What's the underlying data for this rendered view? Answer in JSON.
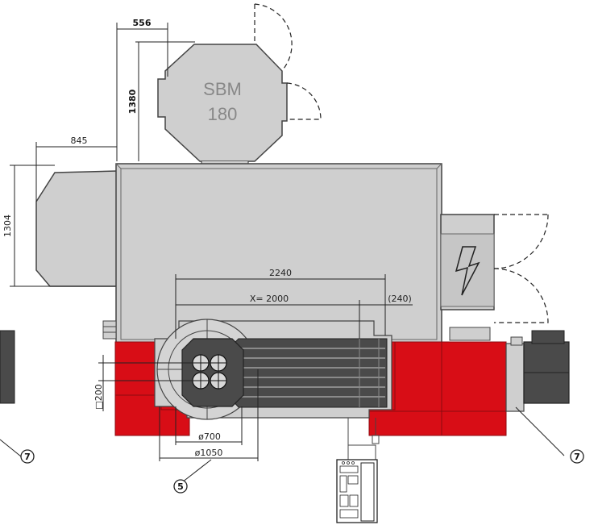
{
  "machine": {
    "model": "SBM",
    "size": "180"
  },
  "dimensions": {
    "d556": "556",
    "d1380": "1380",
    "d845": "845",
    "d1304": "1304",
    "d2240": "2240",
    "dx2000": "X= 2000",
    "d240": "(240)",
    "d200": "□200",
    "d700": "ø700",
    "d1050": "ø1050"
  },
  "annotations": {
    "left7": "7",
    "right7": "7",
    "bottom5": "5"
  },
  "icons": {
    "electrical": "lightning-bolt-icon"
  },
  "colors": {
    "housing": "#cfcfcf",
    "frame": "#d80d16",
    "motor": "#4a4a4a",
    "line": "#222222"
  }
}
